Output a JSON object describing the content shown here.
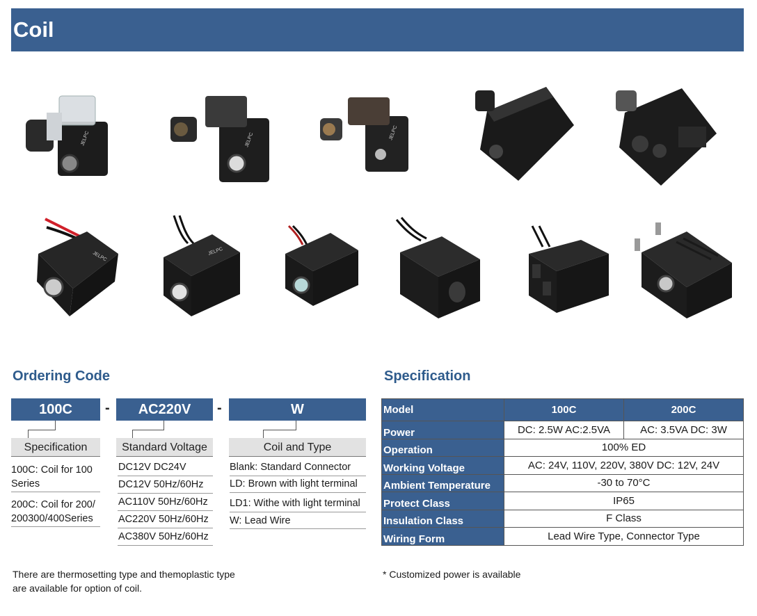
{
  "header": {
    "title": "Coil"
  },
  "products_row1": [
    {
      "icon": "coil-connector-transparent-icon"
    },
    {
      "icon": "coil-connector-dark-icon"
    },
    {
      "icon": "coil-connector-compact-icon"
    },
    {
      "icon": "coil-block-large-icon"
    },
    {
      "icon": "coil-block-ribbed-icon"
    }
  ],
  "products_row2": [
    {
      "icon": "coil-lead-wire-red-icon"
    },
    {
      "icon": "coil-lead-wire-black-icon"
    },
    {
      "icon": "coil-lead-wire-small-icon"
    },
    {
      "icon": "coil-lead-wire-plain-icon"
    },
    {
      "icon": "coil-lead-wire-molded-icon"
    },
    {
      "icon": "coil-terminal-ribbed-icon"
    }
  ],
  "ordering": {
    "heading": "Ordering Code",
    "codes": [
      "100C",
      "AC220V",
      "W"
    ],
    "dash": "-",
    "categories": [
      "Specification",
      "Standard Voltage",
      "Coil and Type"
    ],
    "specification_items": [
      "100C: Coil for 100 Series",
      "200C: Coil for 200/ 200300/400Series"
    ],
    "voltage_items": [
      "DC12V  DC24V",
      "DC12V  50Hz/60Hz",
      "AC110V 50Hz/60Hz",
      "AC220V 50Hz/60Hz",
      "AC380V 50Hz/60Hz"
    ],
    "type_items": [
      "Blank: Standard Connector",
      "LD: Brown with light terminal",
      "LD1: Withe with light terminal",
      "W: Lead Wire"
    ]
  },
  "specification": {
    "heading": "Specification",
    "header": [
      "Model",
      "100C",
      "200C"
    ],
    "power": {
      "label": "Power",
      "c100": "DC: 2.5W   AC:2.5VA",
      "c200": "AC: 3.5VA   DC: 3W"
    },
    "rows": [
      {
        "label": "Operation",
        "value": "100% ED"
      },
      {
        "label": "Working Voltage",
        "value": "AC: 24V, 110V, 220V, 380V   DC: 12V, 24V"
      },
      {
        "label": "Ambient Temperature",
        "value": "-30 to 70°C"
      },
      {
        "label": "Protect Class",
        "value": "IP65"
      },
      {
        "label": "Insulation Class",
        "value": "F Class"
      },
      {
        "label": "Wiring Form",
        "value": "Lead Wire Type, Connector Type"
      }
    ]
  },
  "notes": {
    "left": "There are thermosetting type and themoplastic type are available for option of coil.",
    "right": "* Customized power is available"
  }
}
